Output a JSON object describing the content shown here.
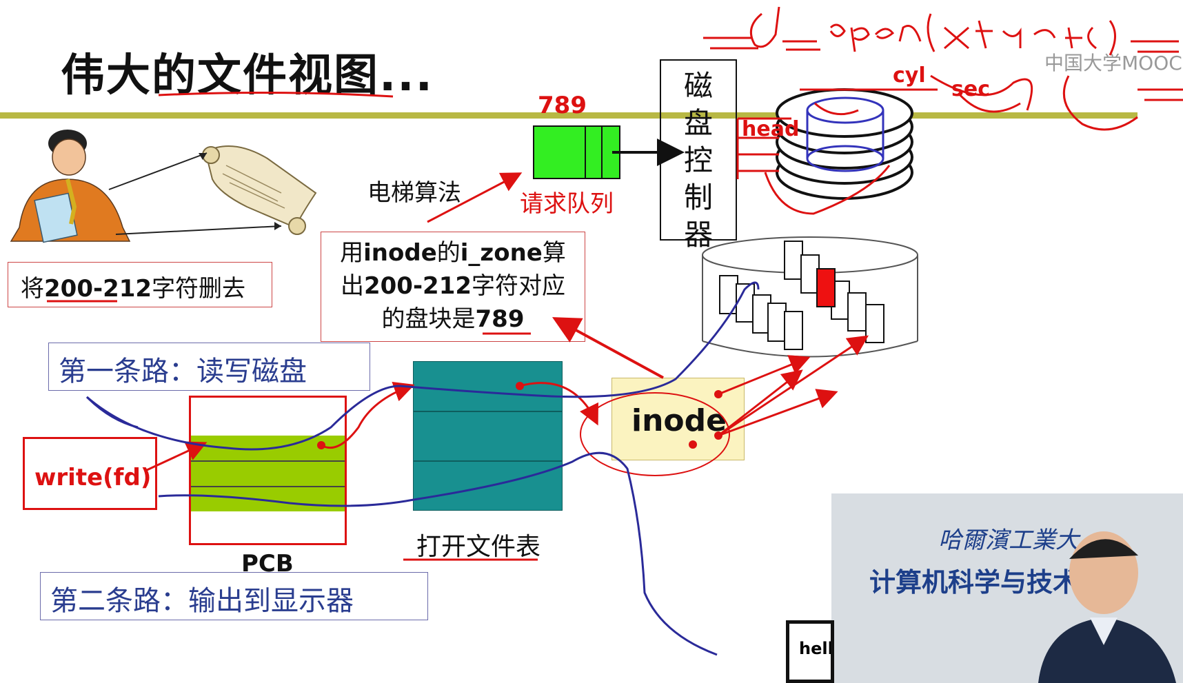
{
  "title": "伟大的文件视图...",
  "watermark": "中国大学MOOC",
  "user_note": {
    "prefix": "将",
    "range": "200-212",
    "suffix": "字符删去"
  },
  "road_one": "第一条路：读写磁盘",
  "road_two": "第二条路：输出到显示器",
  "write_call": "write(fd)",
  "pcb_label": "PCB",
  "open_file_table_label": "打开文件表",
  "inode_label": "inode",
  "inode_note": {
    "l1a": "用",
    "l1b": "inode",
    "l1c": "的",
    "l1d": "i_zone",
    "l1e": "算",
    "l2a": "出",
    "l2b": "200-212",
    "l2c": "字符对应",
    "l3a": "的盘块是",
    "l3b": "789"
  },
  "elevator_algorithm": "电梯算法",
  "block_number": "789",
  "request_queue": "请求队列",
  "disk_controller": [
    "磁",
    "盘",
    "控",
    "制",
    "器"
  ],
  "disk_labels": {
    "head": "head",
    "cyl": "cyl",
    "sec": "sec"
  },
  "camera": {
    "banner_top": "哈爾濱工業大",
    "banner_main": "计算机科学与技术学院",
    "screen_text": "hell"
  },
  "colors": {
    "accent_red": "#dd1111",
    "road_blue": "#2a3d8f",
    "queue_green": "#33ee22",
    "pcb_green": "#99cc00",
    "oft_teal": "#189090",
    "divider": "#b8b844"
  }
}
